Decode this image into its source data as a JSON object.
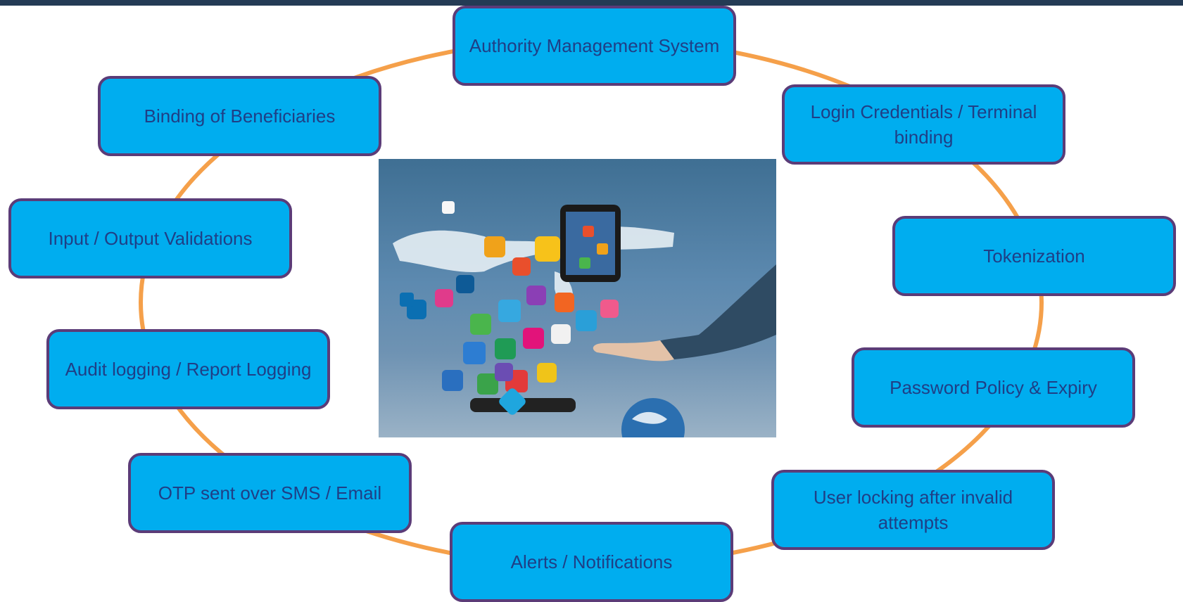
{
  "diagram": {
    "nodes": [
      {
        "id": "authority",
        "label": "Authority Management System"
      },
      {
        "id": "login",
        "label": "Login Credentials  / Terminal binding"
      },
      {
        "id": "tokenization",
        "label": "Tokenization"
      },
      {
        "id": "password",
        "label": "Password Policy & Expiry"
      },
      {
        "id": "locking",
        "label": "User locking after invalid attempts"
      },
      {
        "id": "alerts",
        "label": "Alerts / Notifications"
      },
      {
        "id": "otp",
        "label": "OTP sent over SMS / Email"
      },
      {
        "id": "audit",
        "label": "Audit logging / Report Logging"
      },
      {
        "id": "validations",
        "label": "Input / Output Validations"
      },
      {
        "id": "binding",
        "label": "Binding of Beneficiaries"
      }
    ],
    "center_image": {
      "icon": "mobile-apps-cloud-hand-photo"
    }
  },
  "colors": {
    "node_fill": "#00adef",
    "node_border": "#5b3c78",
    "node_text": "#1f3f86",
    "connector": "#f5a04a",
    "top_bar": "#243b55"
  }
}
